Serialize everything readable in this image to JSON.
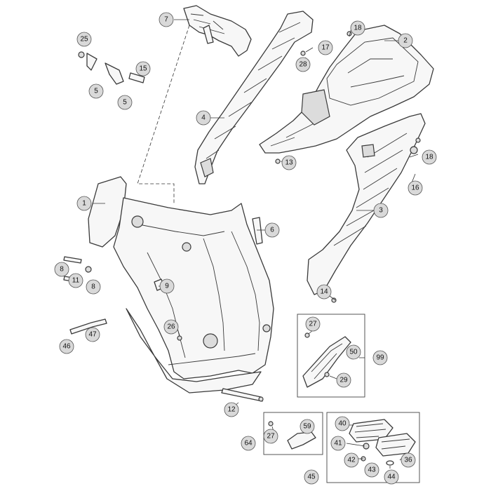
{
  "callouts": {
    "c1": "1",
    "c2": "2",
    "c3": "3",
    "c4": "4",
    "c5a": "5",
    "c5b": "5",
    "c6": "6",
    "c7": "7",
    "c8a": "8",
    "c8b": "8",
    "c9": "9",
    "c11": "11",
    "c12": "12",
    "c13": "13",
    "c14": "14",
    "c15": "15",
    "c16": "16",
    "c17": "17",
    "c18a": "18",
    "c18b": "18",
    "c25": "25",
    "c26": "26",
    "c27a": "27",
    "c27b": "27",
    "c28": "28",
    "c29": "29",
    "c36": "36",
    "c40": "40",
    "c41": "41",
    "c42": "42",
    "c43": "43",
    "c44": "44",
    "c45": "45",
    "c46": "46",
    "c47": "47",
    "c50": "50",
    "c59": "59",
    "c64": "64",
    "c99": "99"
  }
}
